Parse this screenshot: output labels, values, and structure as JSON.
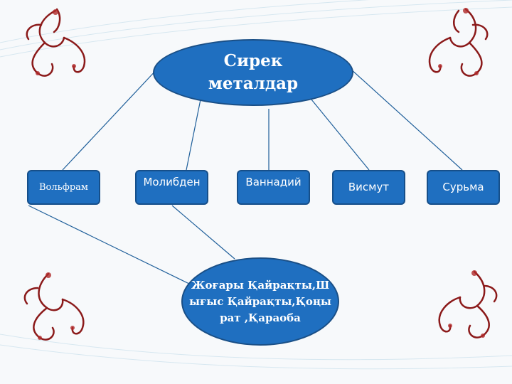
{
  "diagram": {
    "root": "Сирек металдар",
    "metals": [
      "Вольфрам",
      "Молибден",
      "Ваннадий",
      "Висмут",
      "Сурьма"
    ],
    "deposits": "Жоғары Қайрақты,Шығыс Қайрақты,Қоңырат ,Қараоба"
  },
  "colors": {
    "node_fill": "#1f6fc0",
    "node_border": "#164f8a",
    "connector": "#1f5f9a",
    "ornament": "#8b1a1a",
    "background": "#f7f9fb"
  }
}
